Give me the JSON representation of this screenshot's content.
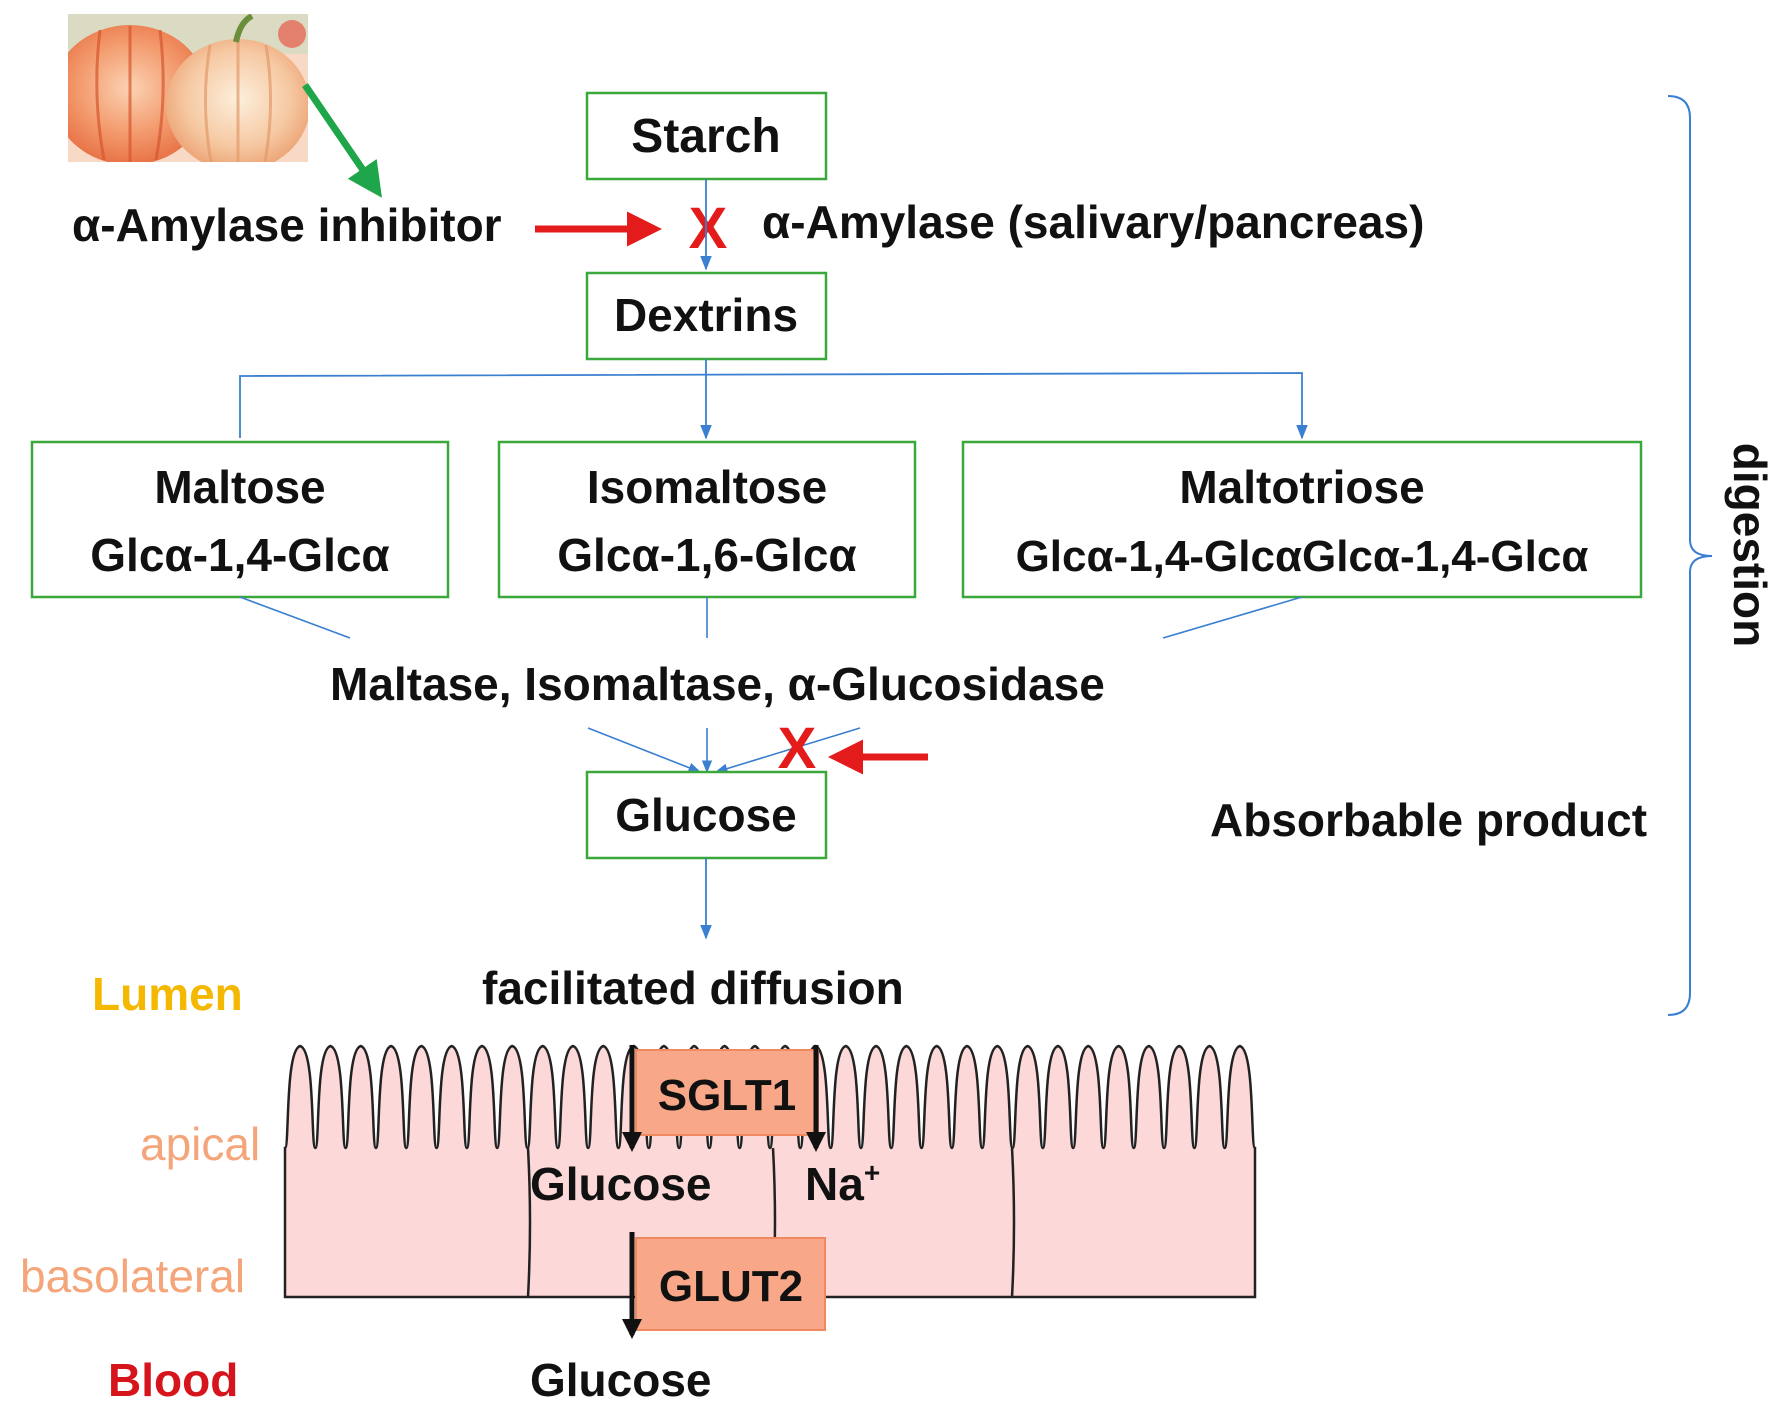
{
  "colors": {
    "box_border": "#3aa83a",
    "flow_line": "#3b7fd0",
    "inhibit": "#e31b1b",
    "source_arrow": "#1fa64a",
    "lumen": "#f5b800",
    "membrane_label": "#f4a57a",
    "blood": "#d6141b",
    "cell_fill": "#fcd8d8",
    "transporter_fill": "#f8a888"
  },
  "source": {
    "image_icon": "pumpkin-photo"
  },
  "inhibitor_label": "α-Amylase inhibitor",
  "enzyme1_label": "α-Amylase (salivary/pancreas)",
  "enzyme2_label": "Maltase, Isomaltase, α-Glucosidase",
  "inhibit_mark": "X",
  "nodes": {
    "starch": "Starch",
    "dextrins": "Dextrins",
    "maltose": {
      "name": "Maltose",
      "formula": "Glcα-1,4-Glcα"
    },
    "isomaltose": {
      "name": "Isomaltose",
      "formula": "Glcα-1,6-Glcα"
    },
    "maltotriose": {
      "name": "Maltotriose",
      "formula": "Glcα-1,4-GlcαGlcα-1,4-Glcα"
    },
    "glucose": "Glucose"
  },
  "absorbable_label": "Absorbable product",
  "digestion_label": "digestion",
  "diffusion_label": "facilitated diffusion",
  "zones": {
    "lumen": "Lumen",
    "apical": "apical",
    "basolateral": "basolateral",
    "blood": "Blood"
  },
  "transporters": {
    "sglt1": "SGLT1",
    "glut2": "GLUT2"
  },
  "cell_labels": {
    "glucose_in": "Glucose",
    "sodium": "Na",
    "sodium_charge": "+",
    "glucose_out": "Glucose"
  }
}
